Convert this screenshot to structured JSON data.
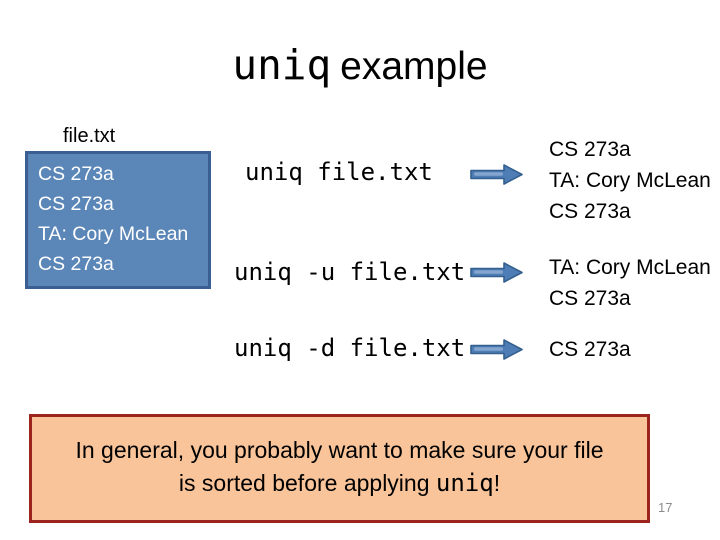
{
  "slide": {
    "title": {
      "code": "uniq",
      "rest": "example"
    },
    "page_number": "17"
  },
  "file_box": {
    "label": "file.txt",
    "lines": [
      "CS 273a",
      "CS 273a",
      "TA: Cory McLean",
      "CS 273a"
    ]
  },
  "rows": [
    {
      "command": "uniq file.txt",
      "output": [
        "CS 273a",
        "TA: Cory McLean",
        "CS 273a"
      ]
    },
    {
      "command": "uniq -u file.txt",
      "output": [
        "TA: Cory McLean",
        "CS 273a"
      ]
    },
    {
      "command": "uniq -d file.txt",
      "output": [
        "CS 273a"
      ]
    }
  ],
  "note": {
    "line1": "In general, you probably want to make sure your file",
    "line2_prefix": "is sorted before applying ",
    "line2_code": "uniq",
    "line2_suffix": "!"
  },
  "colors": {
    "file-box-fill": "#5b86b8",
    "file-box-border": "#3b5f92",
    "arrow-fill": "#4e7cb4",
    "arrow-stroke": "#33608f",
    "arrow-highlight": "#8aaad0",
    "note-fill": "#f9c499",
    "note-border": "#9b241f",
    "page-number-color": "#8c8c8c"
  }
}
